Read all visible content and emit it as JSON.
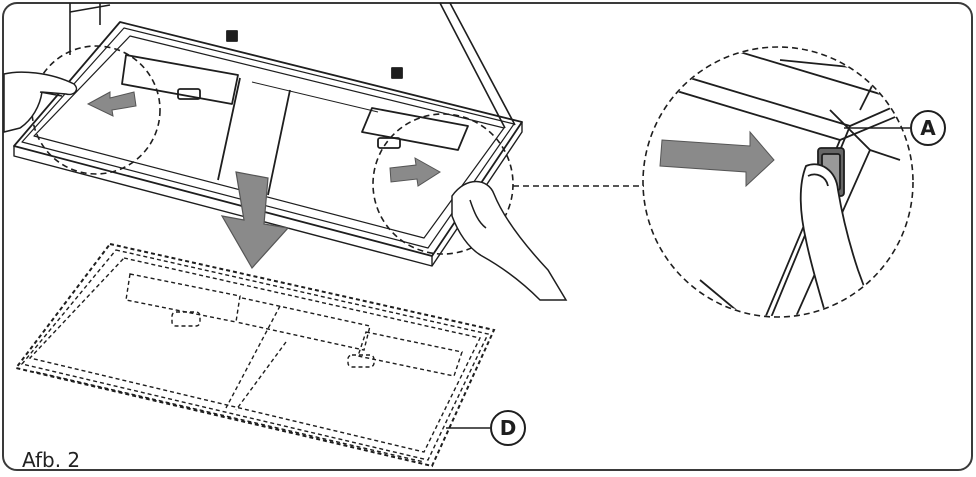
{
  "figure": {
    "caption": "Afb. 2",
    "callouts": [
      {
        "id": "A",
        "label": "A"
      },
      {
        "id": "D",
        "label": "D"
      }
    ],
    "colors": {
      "line": "#1e1e1e",
      "arrow_fill": "#8a8a8a",
      "arrow_stroke": "#555555",
      "frame": "#3a3a3a",
      "background": "#ffffff"
    },
    "icons": [
      "push-arrow-left",
      "push-arrow-right",
      "drop-arrow-down",
      "hand",
      "finger-pressing-latch"
    ]
  }
}
